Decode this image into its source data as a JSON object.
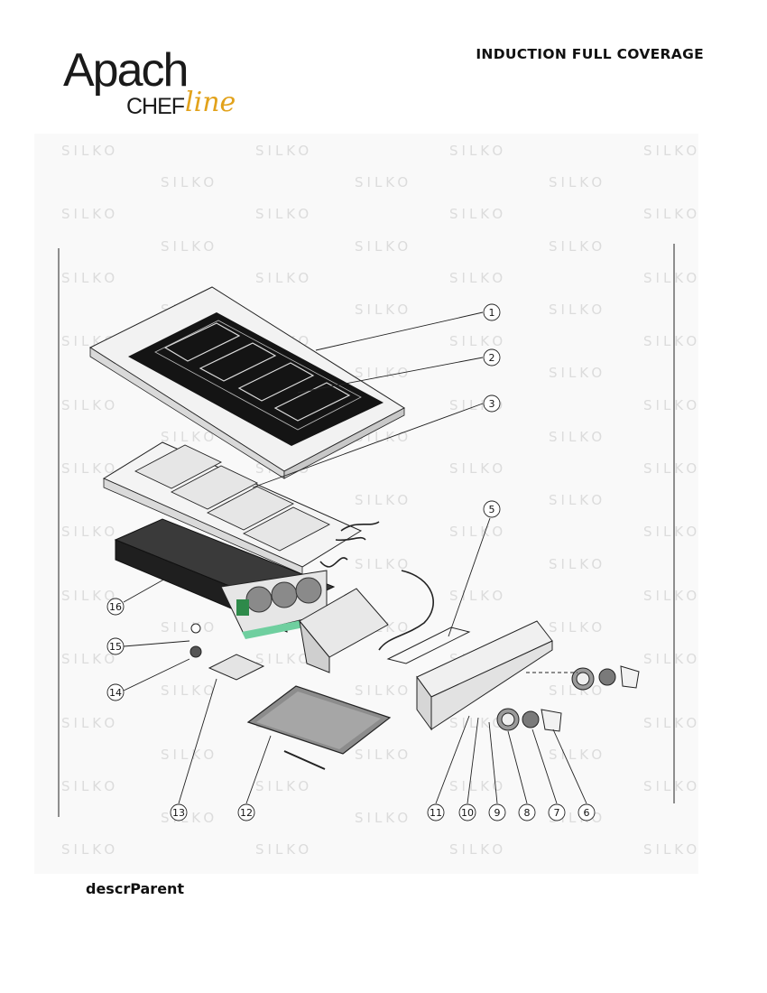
{
  "header": {
    "brand_main": "Apach",
    "brand_sub": "CHEF",
    "brand_script": "line",
    "doc_title": "INDUCTION FULL COVERAGE"
  },
  "watermark": {
    "text": "SILKO"
  },
  "diagram": {
    "callouts": [
      {
        "label": "1",
        "part": "top-glass"
      },
      {
        "label": "2",
        "part": "cooking-zones"
      },
      {
        "label": "3",
        "part": "coil-tray"
      },
      {
        "label": "5",
        "part": "control-panel"
      },
      {
        "label": "6",
        "part": "knob"
      },
      {
        "label": "7",
        "part": "knob-adapter"
      },
      {
        "label": "8",
        "part": "knob-ring"
      },
      {
        "label": "9",
        "part": "screw"
      },
      {
        "label": "10",
        "part": "washer"
      },
      {
        "label": "11",
        "part": "nut"
      },
      {
        "label": "12",
        "part": "filter"
      },
      {
        "label": "13",
        "part": "terminal-block"
      },
      {
        "label": "14",
        "part": "cable-gland"
      },
      {
        "label": "15",
        "part": "gland-nut"
      },
      {
        "label": "16",
        "part": "generator-box"
      }
    ]
  },
  "footer": {
    "description": "descrParent"
  }
}
